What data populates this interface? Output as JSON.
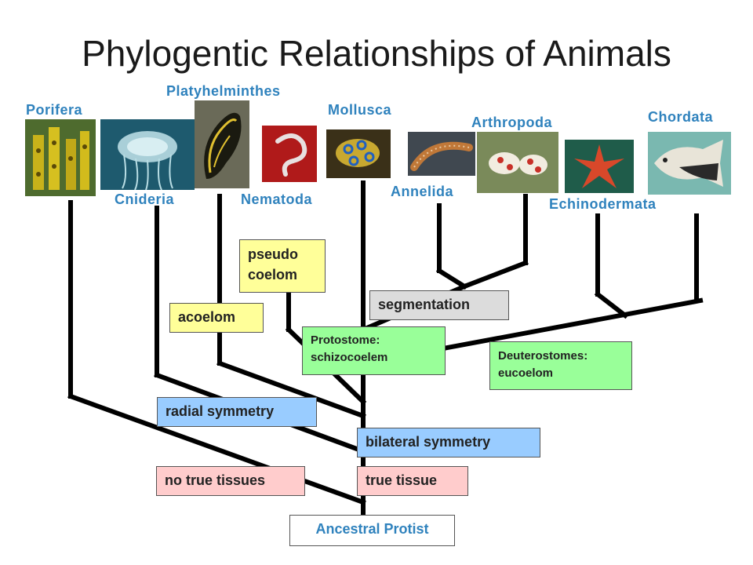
{
  "title": "Phylogentic Relationships of Animals",
  "phyla": {
    "porifera": "Porifera",
    "cnideria": "Cnideria",
    "platyhelminthes": "Platyhelminthes",
    "nematoda": "Nematoda",
    "mollusca": "Mollusca",
    "annelida": "Annelida",
    "arthropoda": "Arthropoda",
    "echinodermata": "Echinodermata",
    "chordata": "Chordata"
  },
  "traits": {
    "pseudo_line1": "pseudo",
    "pseudo_line2": "coelom",
    "acoelom": "acoelom",
    "segmentation": "segmentation",
    "protostome_line1": "Protostome:",
    "protostome_line2": "schizocoelem",
    "deuterostome_line1": "Deuterostomes:",
    "deuterostome_line2": "eucoelom",
    "radial_symmetry": "radial symmetry",
    "bilateral_symmetry": "bilateral symmetry",
    "no_true_tissues": "no true tissues",
    "true_tissue": "true tissue",
    "ancestral_protist": "Ancestral Protist"
  },
  "colors": {
    "phylum_label": "#2f82bd",
    "trait_yellow": "#ffff99",
    "trait_blue": "#99ccff",
    "trait_pink": "#ffcccc",
    "trait_green": "#99ff99",
    "trait_gray": "#dcdcdc",
    "branch": "#000000"
  },
  "photos": {
    "porifera": "yellow-sponge",
    "cnideria": "jellyfish",
    "platyhelminthes": "flatworm",
    "nematoda": "roundworm",
    "mollusca": "blue-ringed-octopus",
    "annelida": "bristle-worm",
    "arthropoda": "harlequin-shrimp",
    "echinodermata": "sea-star",
    "chordata": "triggerfish"
  }
}
